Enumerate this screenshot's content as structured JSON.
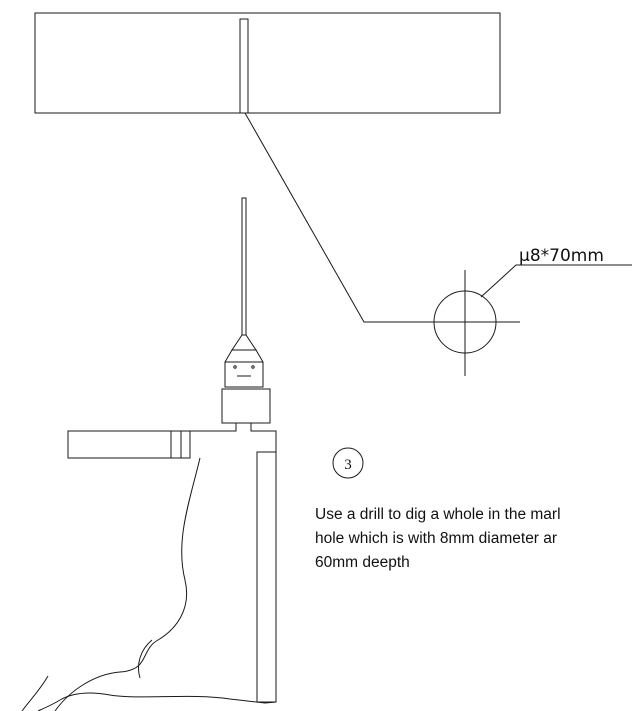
{
  "dimension_label": "µ8*70mm",
  "step_number": "3",
  "instruction_lines": [
    "Use a drill to dig a whole in the marl",
    "hole which is with  8mm diameter ar",
    "60mm deepth"
  ]
}
